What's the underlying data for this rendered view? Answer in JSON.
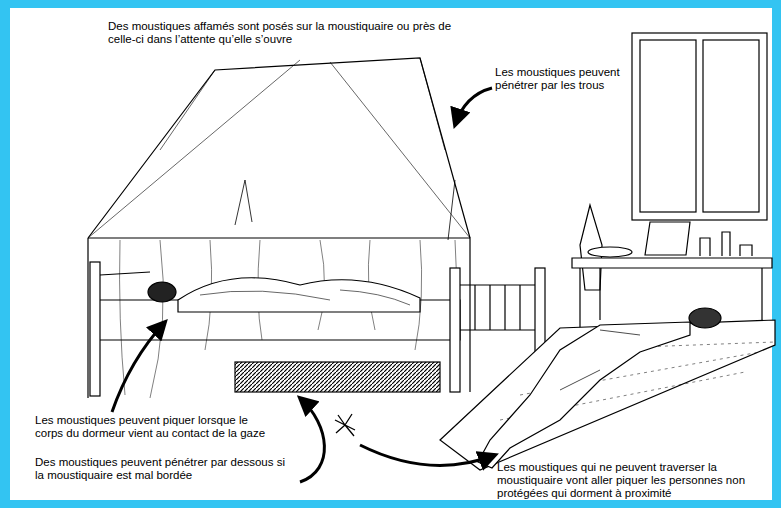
{
  "diagram": {
    "labels": [
      "Des moustiques affamés sont posés sur la moustiquaire ou près de celle-ci dans l’attente qu’elle s’ouvre",
      "Les moustiques peuvent pénétrer par les trous",
      "Les moustiques peuvent piquer lorsque le corps du dormeur vient au contact de la gaze",
      "Des moustiques peuvent pénétrer par dessous si la moustiquaire est mal bordée",
      "Les moustiques qui ne peuvent traverser la moustiquaire vont aller piquer les personnes non protégées qui dorment à proximité"
    ]
  }
}
